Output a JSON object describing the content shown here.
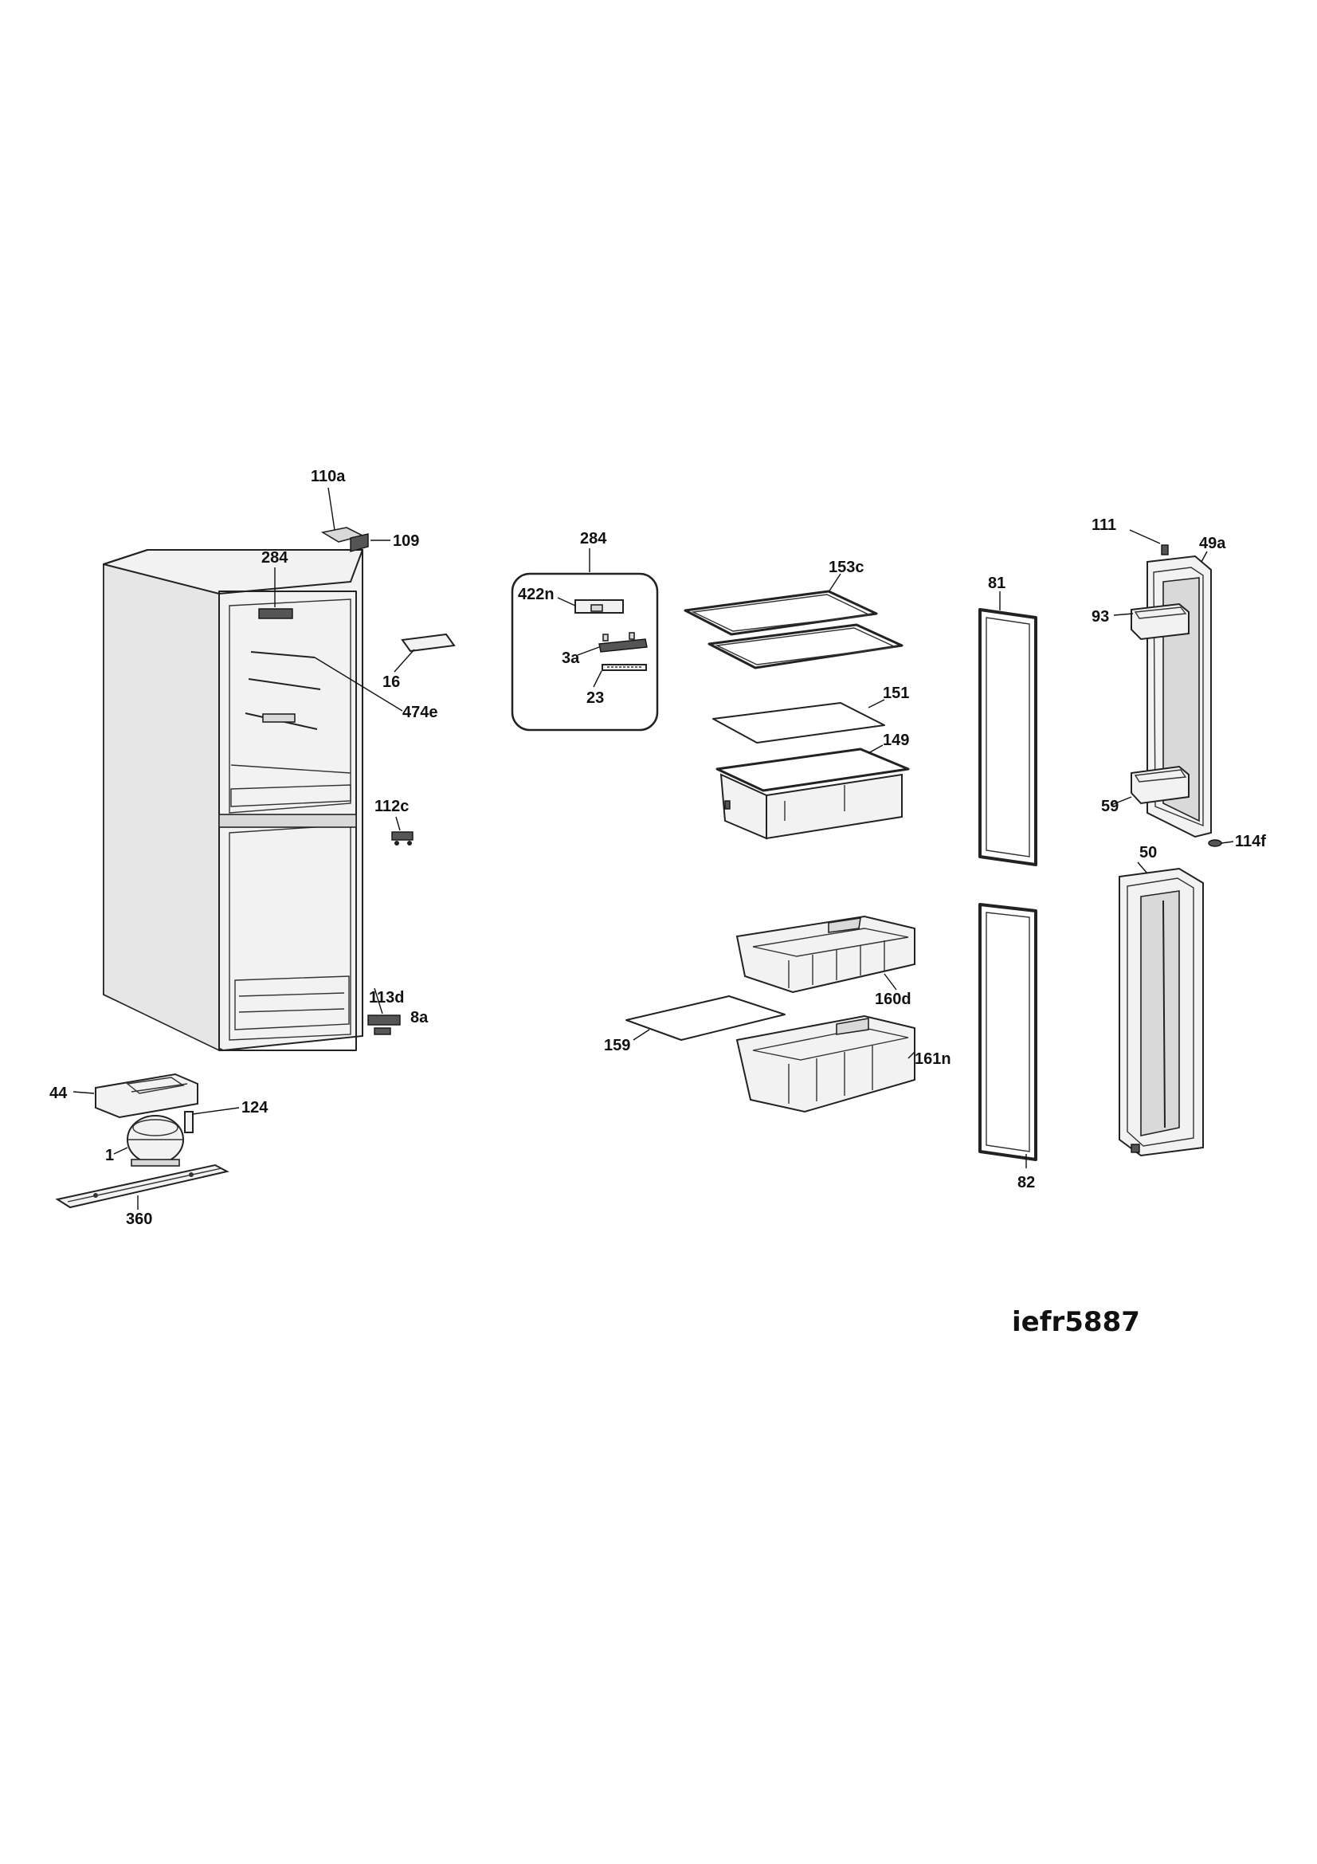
{
  "model_code": "iefr5887",
  "part_labels": {
    "p110a": "110a",
    "p109": "109",
    "p284_cabinet": "284",
    "p16": "16",
    "p474e": "474e",
    "p112c": "112c",
    "p113d": "113d",
    "p8a": "8a",
    "p44": "44",
    "p124": "124",
    "p1": "1",
    "p360": "360",
    "p284_group": "284",
    "p422n": "422n",
    "p3a": "3a",
    "p23": "23",
    "p153c": "153c",
    "p151": "151",
    "p149": "149",
    "p160d": "160d",
    "p159": "159",
    "p161n": "161n",
    "p81": "81",
    "p82": "82",
    "p111": "111",
    "p49a": "49a",
    "p93": "93",
    "p59": "59",
    "p114f": "114f",
    "p50": "50"
  }
}
